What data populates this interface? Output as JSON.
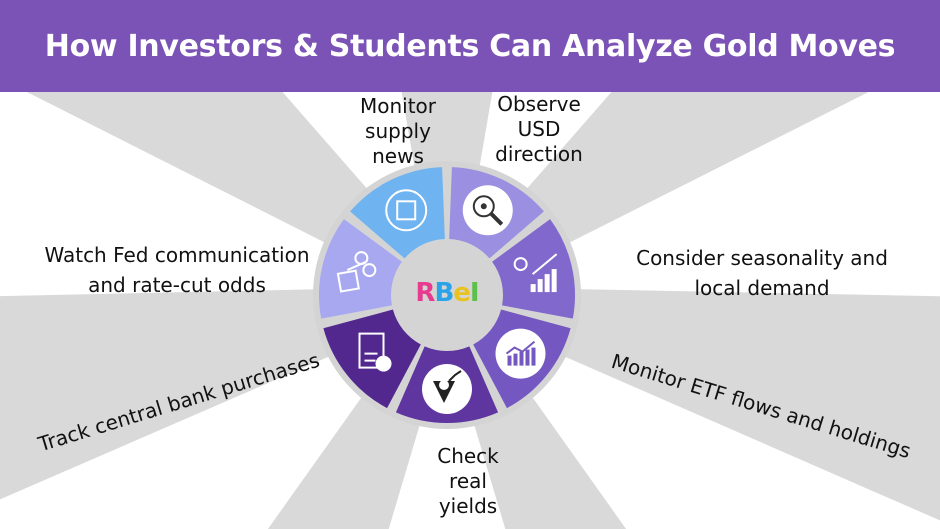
{
  "header": {
    "title": "How Investors & Students Can Analyze Gold Moves"
  },
  "logo": {
    "text": "RBeI",
    "letters": [
      "R",
      "B",
      "e",
      "I"
    ]
  },
  "colors": {
    "header": "#7b52b5",
    "background": "#d9d9d9",
    "band": "#ffffff",
    "hub": "#d4d4d4"
  },
  "items": [
    {
      "label": "Monitor supply news",
      "lines": [
        "Monitor",
        "supply",
        "news"
      ],
      "color": "#6fb3f0",
      "icon": "box-gear-icon"
    },
    {
      "label": "Observe USD direction",
      "lines": [
        "Observe",
        "USD",
        "direction"
      ],
      "color": "#9a8fe0",
      "icon": "magnifier-eye-icon"
    },
    {
      "label": "Consider seasonality and local demand",
      "lines": [
        "Consider seasonality and",
        "local demand"
      ],
      "color": "#8068cc",
      "icon": "growth-chart-icon"
    },
    {
      "label": "Monitor ETF flows and holdings",
      "lines": [
        "Monitor ETF flows and holdings"
      ],
      "color": "#7457c0",
      "icon": "etf-chart-icon"
    },
    {
      "label": "Check real yields",
      "lines": [
        "Check",
        "real",
        "yields"
      ],
      "color": "#5f35a0",
      "icon": "yield-dollar-icon"
    },
    {
      "label": "Track central bank purchases",
      "lines": [
        "Track central bank purchases"
      ],
      "color": "#52288f",
      "icon": "clipboard-dollar-icon"
    },
    {
      "label": "Watch Fed communication and rate-cut odds",
      "lines": [
        "Watch Fed communication",
        "and rate-cut odds"
      ],
      "color": "#a7a8f0",
      "icon": "rate-cut-icon"
    }
  ]
}
